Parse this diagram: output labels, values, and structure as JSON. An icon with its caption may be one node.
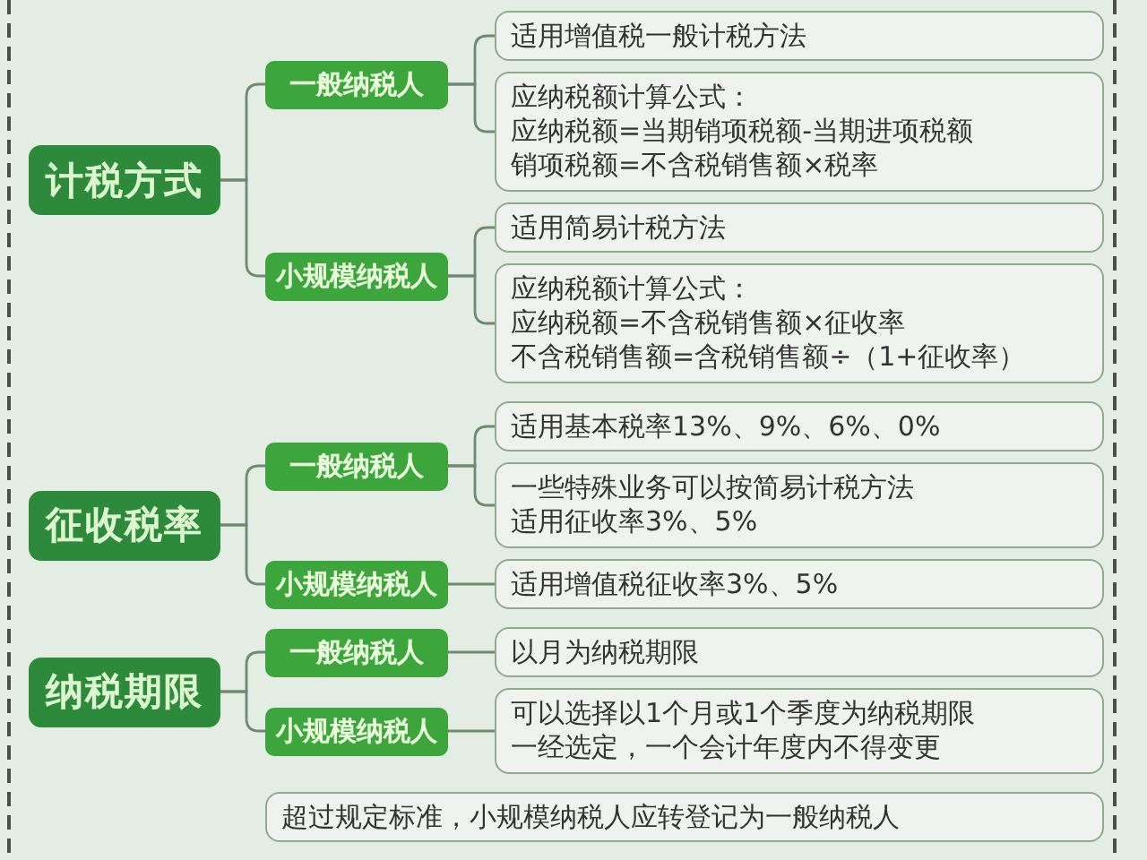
{
  "diagram": {
    "nodes": [
      {
        "text": [
          "计税方式"
        ]
      },
      {
        "text": [
          "一般纳税人"
        ]
      },
      {
        "text": [
          "适用增值税一般计税方法"
        ]
      },
      {
        "text": [
          "应纳税额计算公式：",
          "应纳税额=当期销项税额-当期进项税额",
          "销项税额=不含税销售额×税率"
        ]
      },
      {
        "text": [
          "小规模纳税人"
        ]
      },
      {
        "text": [
          "适用简易计税方法"
        ]
      },
      {
        "text": [
          "应纳税额计算公式：",
          "应纳税额=不含税销售额×征收率",
          "不含税销售额=含税销售额÷（1+征收率）"
        ]
      },
      {
        "text": [
          "征收税率"
        ]
      },
      {
        "text": [
          "一般纳税人"
        ]
      },
      {
        "text": [
          "适用基本税率13%、9%、6%、0%"
        ]
      },
      {
        "text": [
          "一些特殊业务可以按简易计税方法",
          "适用征收率3%、5%"
        ]
      },
      {
        "text": [
          "小规模纳税人"
        ]
      },
      {
        "text": [
          "适用增值税征收率3%、5%"
        ]
      },
      {
        "text": [
          "纳税期限"
        ]
      },
      {
        "text": [
          "一般纳税人"
        ]
      },
      {
        "text": [
          "以月为纳税期限"
        ]
      },
      {
        "text": [
          "小规模纳税人"
        ]
      },
      {
        "text": [
          "可以选择以1个月或1个季度为纳税期限",
          "一经选定，一个会计年度内不得变更"
        ]
      },
      {
        "text": [
          "超过规定标准，小规模纳税人应转登记为一般纳税人"
        ]
      }
    ],
    "edges": [
      {
        "from": 0,
        "to": 1,
        "arrow": "none"
      },
      {
        "from": 1,
        "to": 2,
        "arrow": "none"
      },
      {
        "from": 1,
        "to": 3,
        "arrow": "none"
      },
      {
        "from": 0,
        "to": 4,
        "arrow": "none"
      },
      {
        "from": 4,
        "to": 5,
        "arrow": "none"
      },
      {
        "from": 4,
        "to": 6,
        "arrow": "none"
      },
      {
        "from": 7,
        "to": 8,
        "arrow": "none"
      },
      {
        "from": 8,
        "to": 9,
        "arrow": "none"
      },
      {
        "from": 8,
        "to": 10,
        "arrow": "none"
      },
      {
        "from": 7,
        "to": 11,
        "arrow": "none"
      },
      {
        "from": 11,
        "to": 12,
        "arrow": "none"
      },
      {
        "from": 13,
        "to": 14,
        "arrow": "none"
      },
      {
        "from": 14,
        "to": 15,
        "arrow": "none"
      },
      {
        "from": 13,
        "to": 16,
        "arrow": "none"
      },
      {
        "from": 16,
        "to": 17,
        "arrow": "none"
      }
    ]
  }
}
